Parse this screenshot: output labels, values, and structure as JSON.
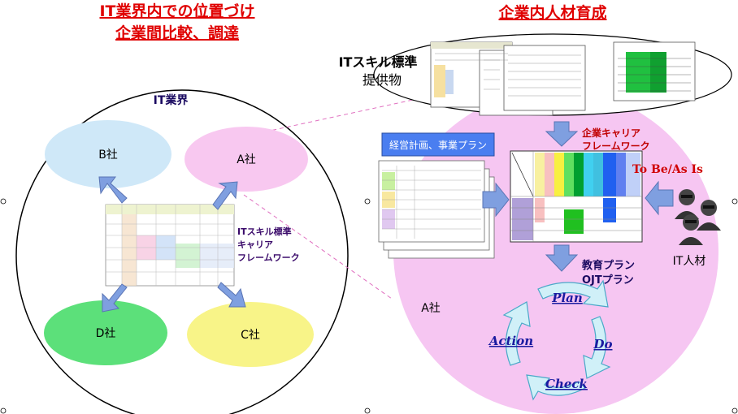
{
  "left_title": {
    "line1": "IT業界内での位置づけ",
    "line2": "企業間比較、調達"
  },
  "right_title": "企業内人材育成",
  "it_industry": {
    "label": "IT業界",
    "company_b": "B社",
    "company_a": "A社",
    "company_d": "D社",
    "company_c": "C社",
    "framework_label": [
      "ITスキル標準",
      "キャリア",
      "フレームワーク"
    ]
  },
  "provided": {
    "line1": "ITスキル標準",
    "line2": "提供物"
  },
  "company_a_detail": {
    "label": "A社",
    "business_plan": "経営計画、事業プラン",
    "career_framework": [
      "企業キャリア",
      "フレームワーク"
    ],
    "to_be_as_is": "To Be/As Is",
    "it_talent": "IT人材",
    "training_plan": [
      "教育プラン",
      "OJTプラン"
    ]
  },
  "pdca": {
    "plan": "Plan",
    "do": "Do",
    "check": "Check",
    "action": "Action"
  },
  "colors": {
    "title_red": "#e00000",
    "company_b": "#cfe8f8",
    "company_a": "#f8c8f0",
    "company_d": "#5ce07a",
    "company_c": "#f8f488",
    "pink_region": "#f6c6f2",
    "arrow_blue": "#7f9fe0",
    "pdca_text": "#1a1aa0",
    "pdca_arrow": "#d0f0f8"
  }
}
